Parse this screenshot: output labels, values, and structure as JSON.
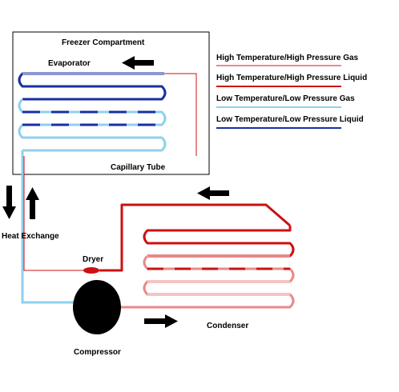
{
  "diagram": {
    "freezer_label": "Freezer Compartment",
    "evaporator_label": "Evaporator",
    "capillary_label": "Capillary Tube",
    "heat_exchange_label": "Heat Exchange",
    "dryer_label": "Dryer",
    "condenser_label": "Condenser",
    "compressor_label": "Compressor"
  },
  "legend": {
    "items": [
      {
        "label": "High Temperature/High Pressure Gas",
        "color": "#e88a8a"
      },
      {
        "label": "High Temperature/High Pressure Liquid",
        "color": "#cc1111"
      },
      {
        "label": "Low Temperature/Low Pressure Gas",
        "color": "#8fd0ee"
      },
      {
        "label": "Low Temperature/Low Pressure Liquid",
        "color": "#1a2fa0"
      }
    ]
  },
  "colors": {
    "hot_gas": "#e88a8a",
    "hot_liquid": "#cc1111",
    "cold_gas": "#8fd0ee",
    "cold_liquid": "#1a2fa0",
    "compressor": "#000000",
    "dryer": "#cc1111",
    "arrow": "#000000"
  }
}
